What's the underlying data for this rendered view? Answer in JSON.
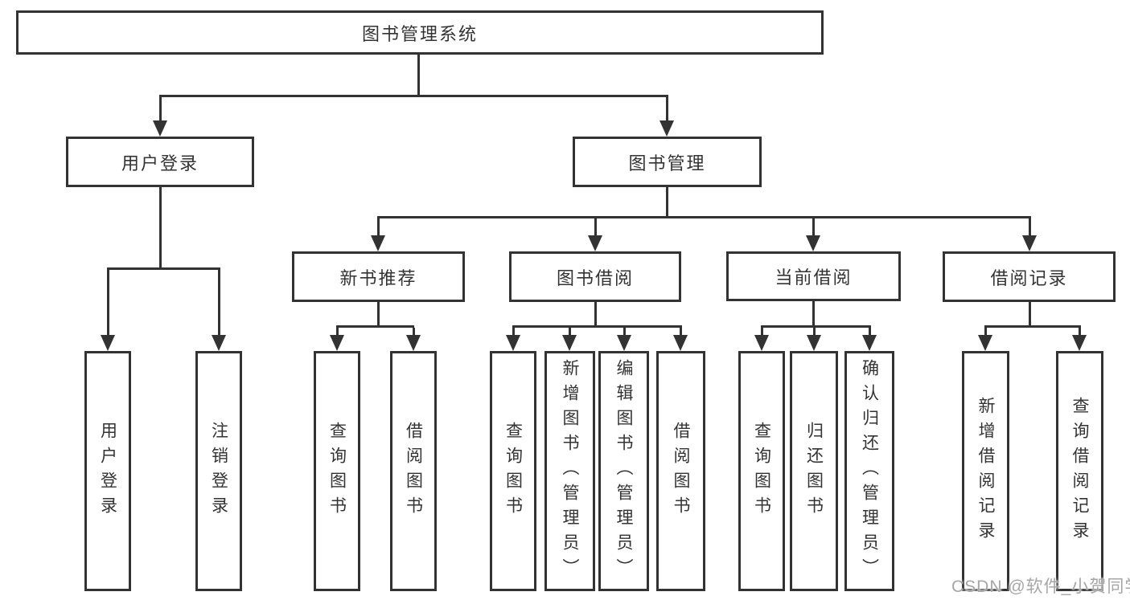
{
  "diagram_type": "tree",
  "title": "图书管理系统",
  "tree": {
    "label": "图书管理系统",
    "children": [
      {
        "label": "用户登录",
        "children": [
          {
            "label": "用户登录"
          },
          {
            "label": "注销登录"
          }
        ]
      },
      {
        "label": "图书管理",
        "children": [
          {
            "label": "新书推荐",
            "children": [
              {
                "label": "查询图书"
              },
              {
                "label": "借阅图书"
              }
            ]
          },
          {
            "label": "图书借阅",
            "children": [
              {
                "label": "查询图书"
              },
              {
                "label": "新增图书（管理员）"
              },
              {
                "label": "编辑图书（管理员）"
              },
              {
                "label": "借阅图书"
              }
            ]
          },
          {
            "label": "当前借阅",
            "children": [
              {
                "label": "查询图书"
              },
              {
                "label": "归还图书"
              },
              {
                "label": "确认归还（管理员）"
              }
            ]
          },
          {
            "label": "借阅记录",
            "children": [
              {
                "label": "新增借阅记录"
              },
              {
                "label": "查询借阅记录"
              }
            ]
          }
        ]
      }
    ]
  },
  "watermark": {
    "text": "CSDN @软件_小贺同学"
  },
  "colors": {
    "background": "#ffffff",
    "box_border": "#333333",
    "line": "#333333",
    "text": "#333333",
    "watermark": "#a6a6a6"
  }
}
